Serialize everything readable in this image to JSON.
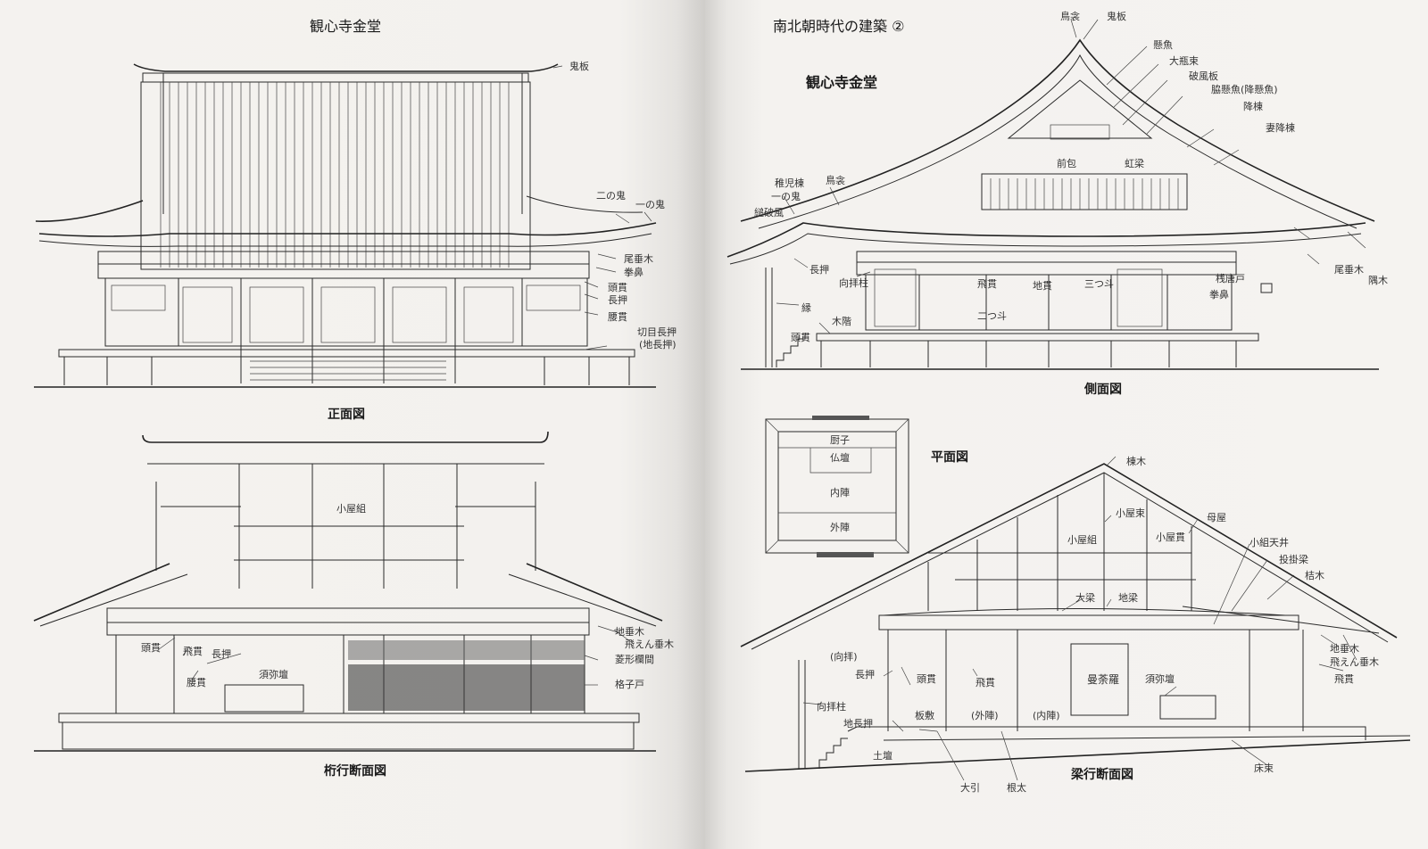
{
  "left_page": {
    "title": "観心寺金堂",
    "front_elevation": {
      "caption": "正面図",
      "labels": [
        "鬼板",
        "二の鬼",
        "一の鬼",
        "尾垂木",
        "拳鼻",
        "頭貫",
        "長押",
        "腰貫",
        "切目長押",
        "(地長押)"
      ]
    },
    "longitudinal_section": {
      "caption": "桁行断面図",
      "labels": [
        "小屋組",
        "地垂木",
        "飛えん垂木",
        "菱形欄間",
        "格子戸",
        "頭貫",
        "飛貫",
        "長押",
        "腰貫",
        "須弥壇"
      ]
    }
  },
  "right_page": {
    "header": "南北朝時代の建築 ②",
    "title": "観心寺金堂",
    "side_elevation": {
      "caption": "側面図",
      "labels": [
        "鳥衾",
        "鬼板",
        "懸魚",
        "大瓶束",
        "破風板",
        "脇懸魚(降懸魚)",
        "降棟",
        "妻降棟",
        "前包",
        "虹梁",
        "稚児棟",
        "鳥衾",
        "一の鬼",
        "縋破風",
        "長押",
        "向拝柱",
        "縁",
        "木階",
        "頭貫",
        "飛貫",
        "地貫",
        "二つ斗",
        "三つ斗",
        "桟唐戸",
        "拳鼻",
        "尾垂木",
        "隅木"
      ]
    },
    "plan": {
      "caption": "平面図",
      "labels": [
        "厨子",
        "仏壇",
        "内陣",
        "外陣"
      ]
    },
    "cross_section": {
      "caption": "梁行断面図",
      "labels": [
        "棟木",
        "小屋束",
        "母屋",
        "小屋組",
        "小屋貫",
        "小組天井",
        "投掛梁",
        "桔木",
        "大梁",
        "地梁",
        "地垂木",
        "飛えん垂木",
        "飛貫",
        "(向拝)",
        "長押",
        "頭貫",
        "飛貫",
        "曼荼羅",
        "須弥壇",
        "向拝柱",
        "地長押",
        "板敷",
        "(外陣)",
        "(内陣)",
        "土壇",
        "大引",
        "根太",
        "床束"
      ]
    }
  },
  "colors": {
    "paper": "#f4f2ef",
    "ink": "#222222",
    "gutter_shadow": "#cfcdca"
  }
}
